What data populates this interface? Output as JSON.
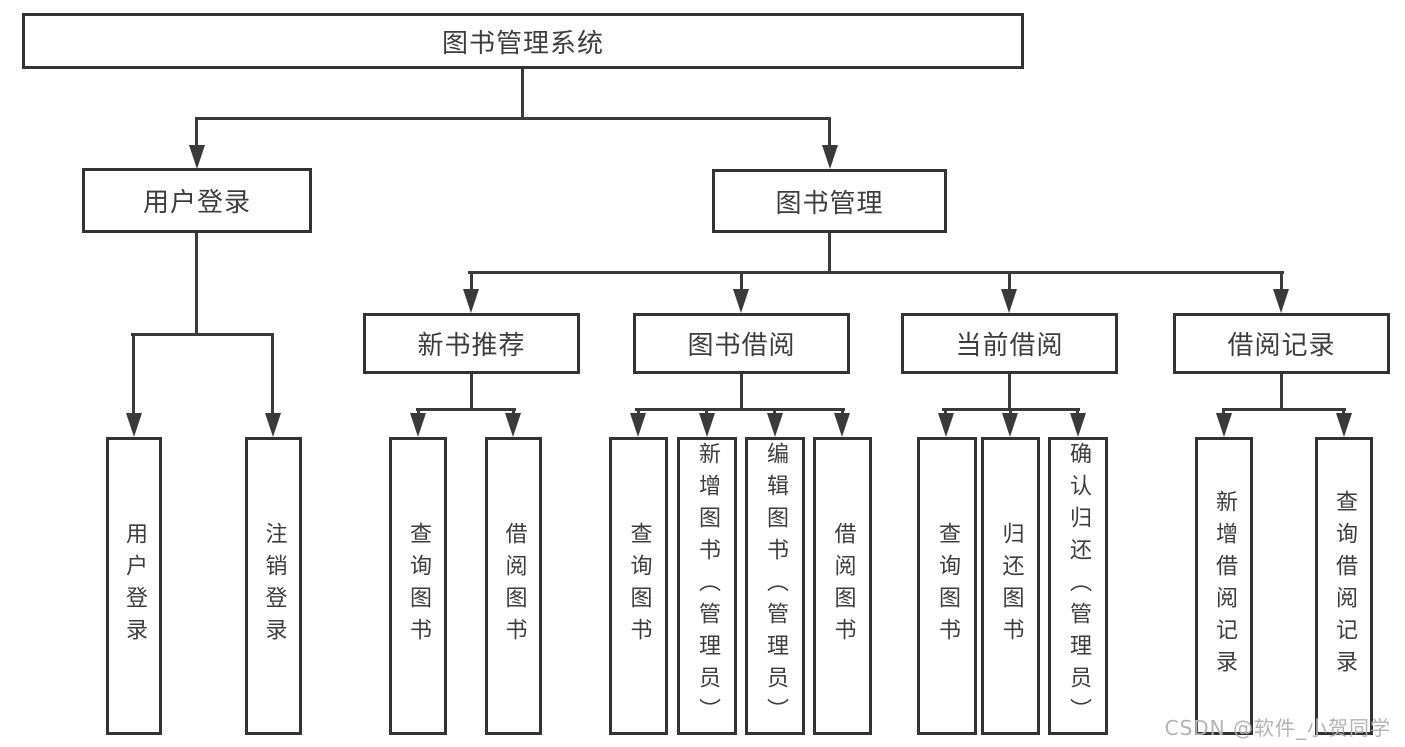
{
  "tree": {
    "root": {
      "label": "图书管理系统"
    },
    "user_branch": {
      "label": "用户登录",
      "children": [
        {
          "label": "用户登录"
        },
        {
          "label": "注销登录"
        }
      ]
    },
    "book_branch": {
      "label": "图书管理",
      "sections": [
        {
          "label": "新书推荐",
          "children": [
            {
              "label": "查询图书"
            },
            {
              "label": "借阅图书"
            }
          ]
        },
        {
          "label": "图书借阅",
          "children": [
            {
              "label": "查询图书"
            },
            {
              "label": "新增图书（管理员）"
            },
            {
              "label": "编辑图书（管理员）"
            },
            {
              "label": "借阅图书"
            }
          ]
        },
        {
          "label": "当前借阅",
          "children": [
            {
              "label": "查询图书"
            },
            {
              "label": "归还图书"
            },
            {
              "label": "确认归还（管理员）"
            }
          ]
        },
        {
          "label": "借阅记录",
          "children": [
            {
              "label": "新增借阅记录"
            },
            {
              "label": "查询借阅记录"
            }
          ]
        }
      ]
    }
  },
  "watermark": {
    "text": "CSDN @软件_小贺同学"
  },
  "colors": {
    "line": "#3a3a3a",
    "border": "#333333",
    "text": "#3d3d3d",
    "watermark": "#b3b3b3",
    "background": "#ffffff"
  }
}
